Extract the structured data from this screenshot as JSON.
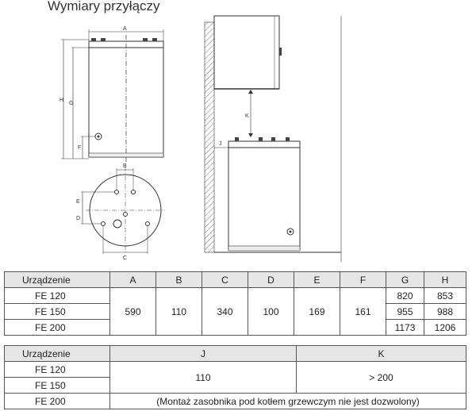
{
  "title": "Wymiary przyłączy",
  "diagram_labels": {
    "A": "A",
    "B": "B",
    "C": "C",
    "D": "D",
    "E": "E",
    "F": "F",
    "G": "G",
    "H": "H",
    "J": "J",
    "K": "K"
  },
  "table1": {
    "header": [
      "Urządzenie",
      "A",
      "B",
      "C",
      "D",
      "E",
      "F",
      "G",
      "H"
    ],
    "devices": [
      "FE 120",
      "FE 150",
      "FE 200"
    ],
    "shared": {
      "A": "590",
      "B": "110",
      "C": "340",
      "D": "100",
      "E": "169",
      "F": "161"
    },
    "G": [
      "820",
      "955",
      "1173"
    ],
    "H": [
      "853",
      "988",
      "1206"
    ]
  },
  "table2": {
    "header": [
      "Urządzenie",
      "J",
      "K"
    ],
    "devices": [
      "FE 120",
      "FE 150",
      "FE 200"
    ],
    "J": "110",
    "K": "> 200",
    "note": "(Montaż zasobnika pod kotłem grzewczym nie jest dozwolony)"
  }
}
